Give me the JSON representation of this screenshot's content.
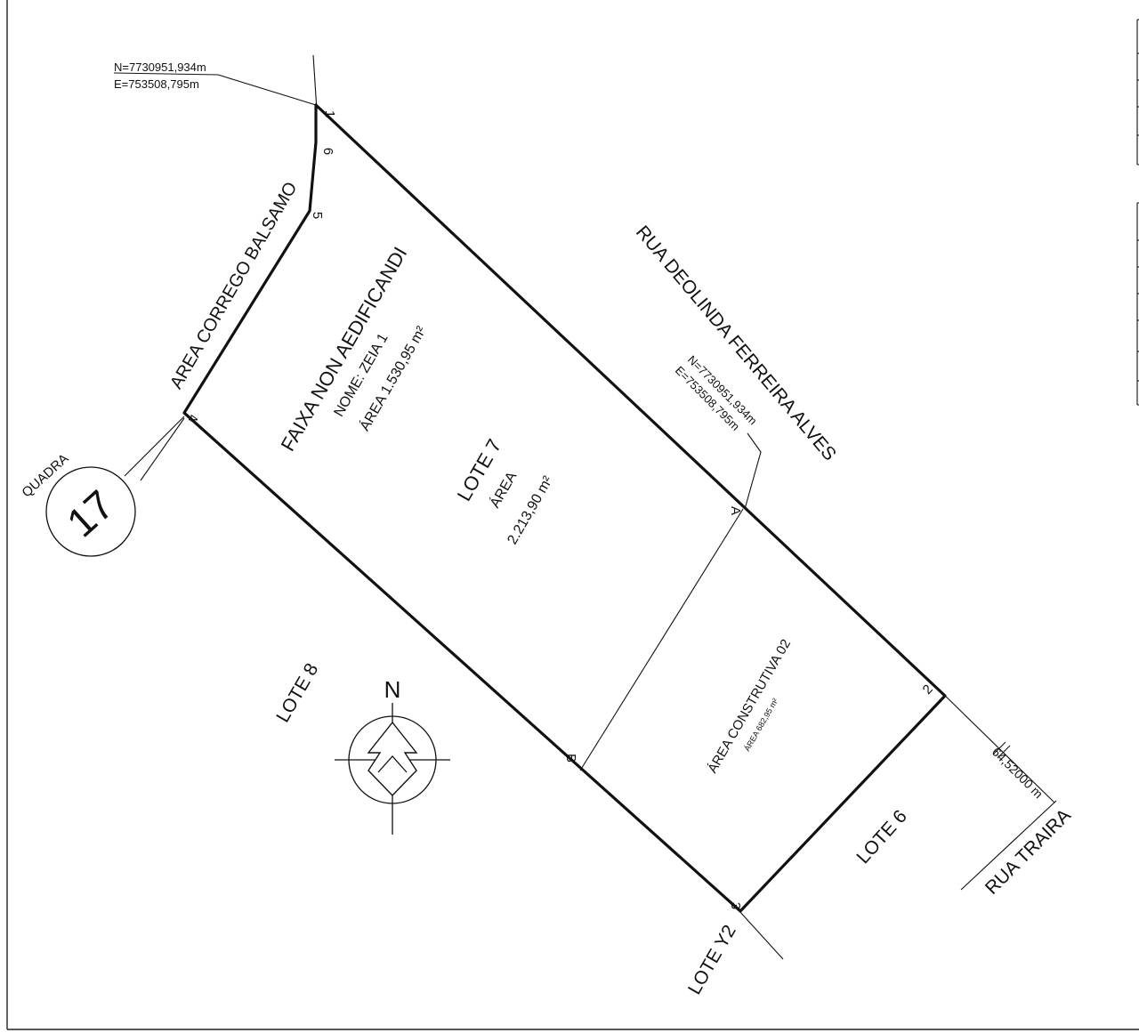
{
  "lot": {
    "name": "LOTE 7",
    "area_label": "ÁREA",
    "area_value": "2.213,90 m²"
  },
  "non_aedificandi": {
    "title": "FAIXA NON AEDIFICANDI",
    "name": "NOME: ZEIA 1",
    "area": "ÁREA 1.530,95 m²"
  },
  "construction_area": {
    "title": "ÁREA CONSTRUTIVA 02",
    "area": "ÁREA 682,95 m²"
  },
  "streets": {
    "deolinda": "RUA DEOLINDA FERREIRA ALVES",
    "traira": "RUA TRAIRA"
  },
  "neighbors": {
    "corrego": "AREA CORREGO BALSAMO",
    "lote8": "LOTE 8",
    "lote6": "LOTE 6",
    "loteY2": "LOTE Y2"
  },
  "block": {
    "label": "QUADRA",
    "number": "17"
  },
  "coordinates": {
    "top_n": "N=7730951,934m",
    "top_e": "E=753508,795m",
    "mid_n": "N=7730951,934m",
    "mid_e": "E=753508,795m"
  },
  "dimension": "64,52000 m",
  "north": "N",
  "vertices": {
    "v1": "1",
    "v2": "2",
    "v3": "3",
    "v4": "4",
    "v5": "5",
    "v6": "6",
    "vA": "A",
    "vB": "B"
  }
}
